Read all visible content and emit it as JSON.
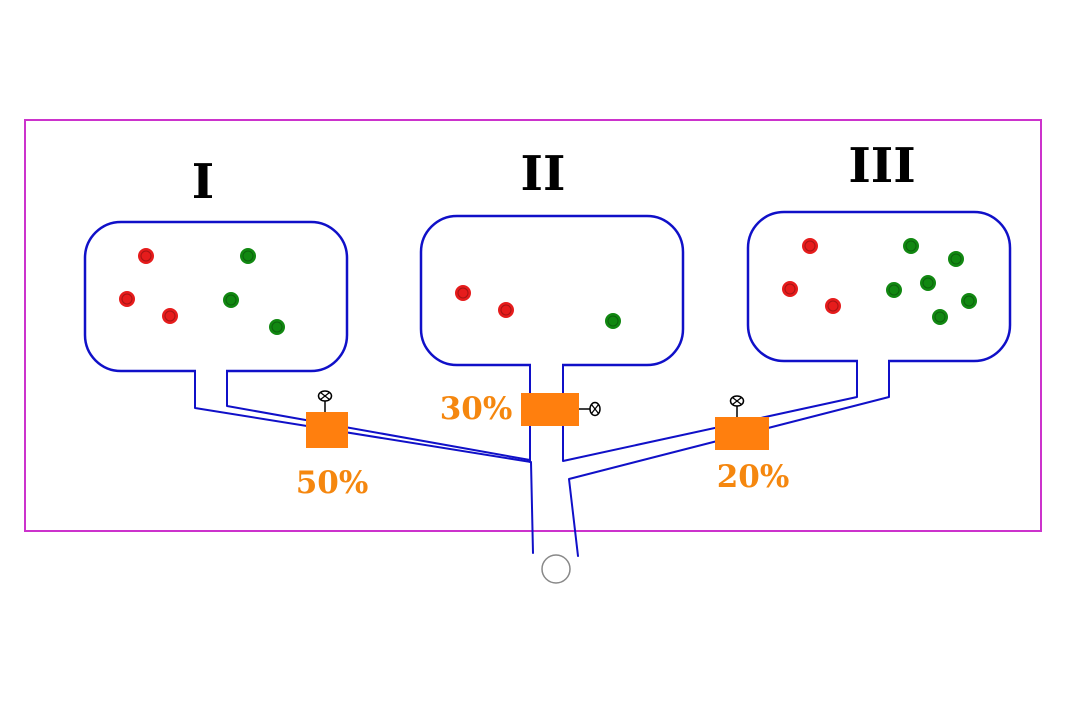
{
  "colors": {
    "frame": "#cc33cc",
    "tank_outline": "#1010c8",
    "pipe": "#1010c8",
    "valve": "#ff7f0e",
    "valve_text": "#f5870f",
    "red_particle": "#e61c1c",
    "green_particle": "#118811",
    "outlet": "#888888"
  },
  "tanks": [
    {
      "label": "I",
      "particles": [
        {
          "color": "red"
        },
        {
          "color": "red"
        },
        {
          "color": "red"
        },
        {
          "color": "green"
        },
        {
          "color": "green"
        },
        {
          "color": "green"
        }
      ]
    },
    {
      "label": "II",
      "particles": [
        {
          "color": "red"
        },
        {
          "color": "red"
        },
        {
          "color": "green"
        }
      ]
    },
    {
      "label": "III",
      "particles": [
        {
          "color": "red"
        },
        {
          "color": "red"
        },
        {
          "color": "red"
        },
        {
          "color": "green"
        },
        {
          "color": "green"
        },
        {
          "color": "green"
        },
        {
          "color": "green"
        },
        {
          "color": "green"
        },
        {
          "color": "green"
        }
      ]
    }
  ],
  "valves": [
    {
      "label": "50%",
      "handle_icon": "valve-wheel-icon"
    },
    {
      "label": "30%",
      "handle_icon": "valve-wheel-icon"
    },
    {
      "label": "20%",
      "handle_icon": "valve-wheel-icon"
    }
  ],
  "outlet": {
    "icon": "outlet-circle-icon"
  }
}
